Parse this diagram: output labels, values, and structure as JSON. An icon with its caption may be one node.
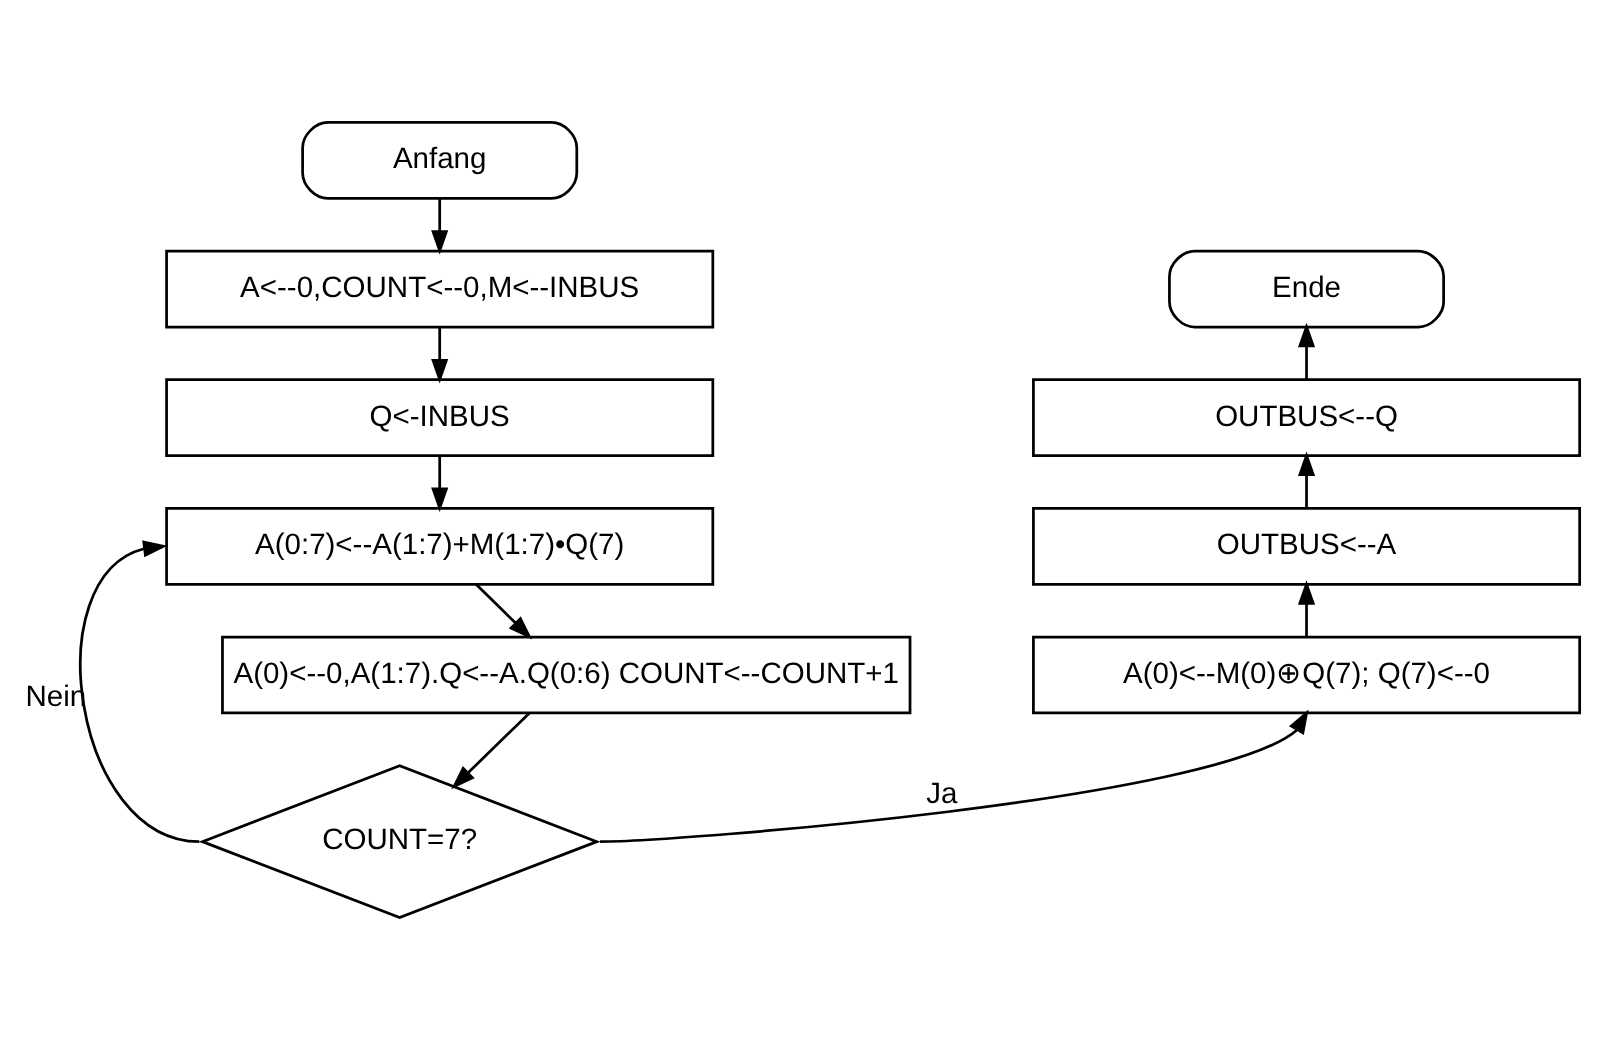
{
  "diagram": {
    "nodes": [
      {
        "text": [
          "Anfang"
        ]
      },
      {
        "text": [
          "A<--0,COUNT<--0,M<--INBUS"
        ]
      },
      {
        "text": [
          "Q<-INBUS"
        ]
      },
      {
        "text": [
          "A(0:7)<--A(1:7)+M(1:7)•Q(7)"
        ]
      },
      {
        "text": [
          "A(0)<--0,A(1:7).Q<--A.Q(0:6) COUNT<--COUNT+1"
        ]
      },
      {
        "text": [
          "COUNT=7?"
        ]
      },
      {
        "text": [
          "Ende"
        ]
      },
      {
        "text": [
          "OUTBUS<--Q"
        ]
      },
      {
        "text": [
          "OUTBUS<--A"
        ]
      },
      {
        "text": [
          "A(0)<--M(0)⊕Q(7); Q(7)<--0"
        ]
      }
    ],
    "edges": [
      {
        "from": 0,
        "to": 1,
        "arrow": "to"
      },
      {
        "from": 1,
        "to": 2,
        "arrow": "to"
      },
      {
        "from": 2,
        "to": 3,
        "arrow": "to"
      },
      {
        "from": 3,
        "to": 4,
        "arrow": "to"
      },
      {
        "from": 4,
        "to": 5,
        "arrow": "to"
      },
      {
        "from": 5,
        "to": 3,
        "arrow": "to",
        "label": "Nein"
      },
      {
        "from": 5,
        "to": 9,
        "arrow": "to",
        "label": "Ja"
      },
      {
        "from": 9,
        "to": 8,
        "arrow": "to"
      },
      {
        "from": 8,
        "to": 7,
        "arrow": "to"
      },
      {
        "from": 7,
        "to": 6,
        "arrow": "to"
      }
    ]
  }
}
